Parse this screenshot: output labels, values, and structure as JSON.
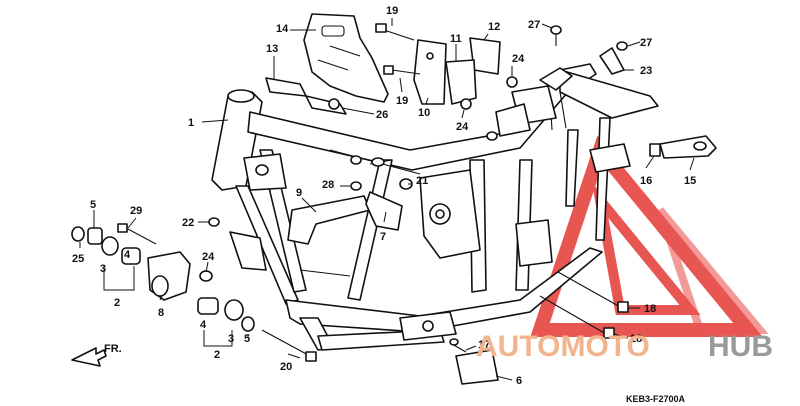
{
  "diagram": {
    "figure_code": "KEB3-F2700A",
    "direction_label": "FR.",
    "watermark": {
      "left": "AUTOMOTO",
      "right": "HUB",
      "color_left": "#f2b48c",
      "color_right": "#9a9a9a",
      "logo_color": "#e53935"
    },
    "callouts": [
      {
        "id": "c1",
        "label": "1"
      },
      {
        "id": "c2a",
        "label": "2"
      },
      {
        "id": "c2b",
        "label": "2"
      },
      {
        "id": "c3a",
        "label": "3"
      },
      {
        "id": "c3b",
        "label": "3"
      },
      {
        "id": "c4a",
        "label": "4"
      },
      {
        "id": "c4b",
        "label": "4"
      },
      {
        "id": "c5a",
        "label": "5"
      },
      {
        "id": "c5b",
        "label": "5"
      },
      {
        "id": "c6",
        "label": "6"
      },
      {
        "id": "c7",
        "label": "7"
      },
      {
        "id": "c8",
        "label": "8"
      },
      {
        "id": "c9",
        "label": "9"
      },
      {
        "id": "c10",
        "label": "10"
      },
      {
        "id": "c11",
        "label": "11"
      },
      {
        "id": "c12",
        "label": "12"
      },
      {
        "id": "c13",
        "label": "13"
      },
      {
        "id": "c14",
        "label": "14"
      },
      {
        "id": "c15",
        "label": "15"
      },
      {
        "id": "c16",
        "label": "16"
      },
      {
        "id": "c17",
        "label": "17"
      },
      {
        "id": "c18a",
        "label": "18"
      },
      {
        "id": "c18b",
        "label": "18"
      },
      {
        "id": "c19a",
        "label": "19"
      },
      {
        "id": "c19b",
        "label": "19"
      },
      {
        "id": "c20",
        "label": "20"
      },
      {
        "id": "c21",
        "label": "21"
      },
      {
        "id": "c22",
        "label": "22"
      },
      {
        "id": "c23",
        "label": "23"
      },
      {
        "id": "c24a",
        "label": "24"
      },
      {
        "id": "c24b",
        "label": "24"
      },
      {
        "id": "c24c",
        "label": "24"
      },
      {
        "id": "c25",
        "label": "25"
      },
      {
        "id": "c26",
        "label": "26"
      },
      {
        "id": "c27a",
        "label": "27"
      },
      {
        "id": "c27b",
        "label": "27"
      },
      {
        "id": "c28",
        "label": "28"
      },
      {
        "id": "c29",
        "label": "29"
      }
    ]
  }
}
